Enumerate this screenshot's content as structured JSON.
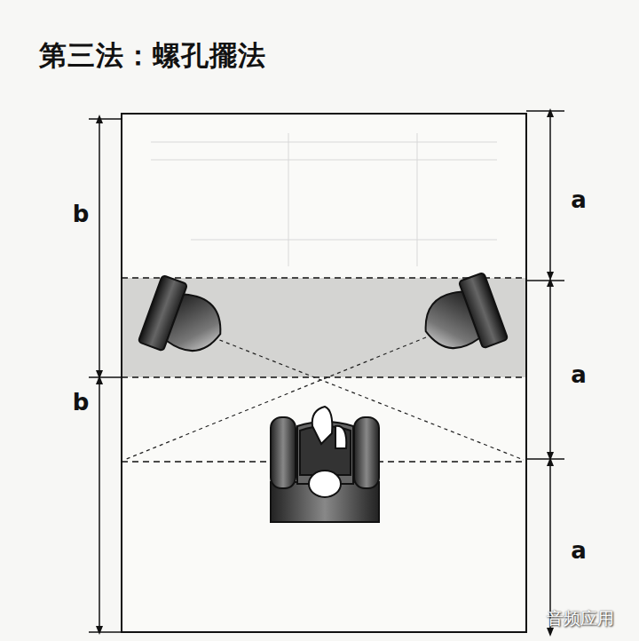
{
  "diagram": {
    "title": "第三法：螺孔擺法",
    "labels": [
      "b",
      "b",
      "a",
      "a",
      "a",
      "音频应用"
    ]
  }
}
